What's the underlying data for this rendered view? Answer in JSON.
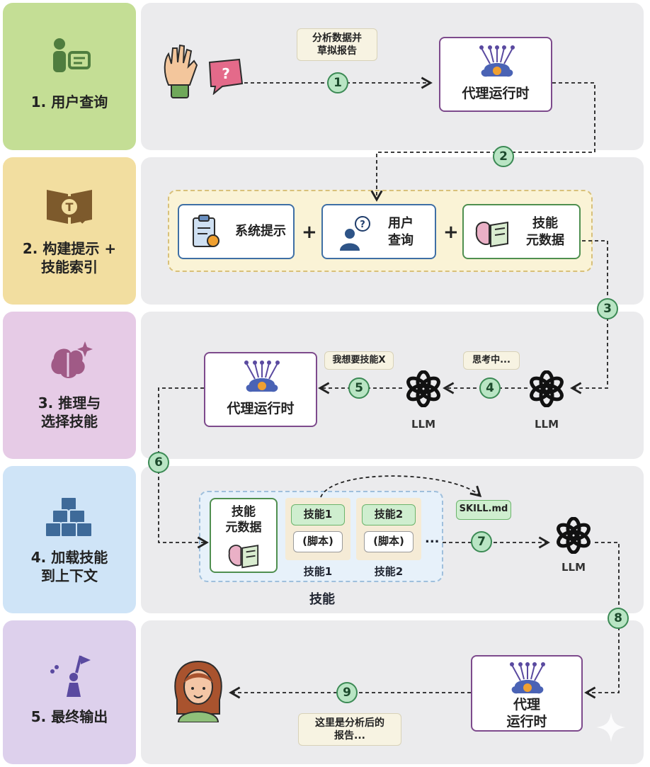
{
  "lanes": {
    "l1": "1. 用户查询",
    "l2_a": "2. 构建提示 +",
    "l2_b": "技能索引",
    "l3_a": "3. 推理与",
    "l3_b": "选择技能",
    "l4_a": "4. 加载技能",
    "l4_b": "到上下文",
    "l5": "5. 最终输出"
  },
  "step1": {
    "note_a": "分析数据并",
    "note_b": "草拟报告",
    "runtime": "代理运行时"
  },
  "step2": {
    "system_prompt": "系统提示",
    "user_query_a": "用户",
    "user_query_b": "查询",
    "skill_meta_a": "技能",
    "skill_meta_b": "元数据",
    "plus": "+"
  },
  "step3": {
    "runtime": "代理运行时",
    "note_want": "我想要技能X",
    "note_think": "思考中...",
    "llm_a": "LLM",
    "llm_b": "LLM"
  },
  "step4": {
    "meta_a": "技能",
    "meta_b": "元数据",
    "skill1": "技能1",
    "skill2": "技能2",
    "script": "(脚本)",
    "skill1_label": "技能1",
    "skill2_label": "技能2",
    "ellipsis": "...",
    "group_label": "技能",
    "skill_md": "SKILL.md",
    "llm": "LLM"
  },
  "step5": {
    "runtime_a": "代理",
    "runtime_b": "运行时",
    "note_a": "这里是分析后的",
    "note_b": "报告..."
  },
  "badges": [
    "1",
    "2",
    "3",
    "4",
    "5",
    "6",
    "7",
    "8",
    "9"
  ],
  "colors": {
    "lane1": "#c4de95",
    "lane2": "#f2dea0",
    "lane3": "#e6cbe6",
    "lane4": "#cfe4f7",
    "lane5": "#ddd0ec",
    "badge": "#b9e5c4",
    "purple": "#7d4a8c",
    "blue": "#3f6fa5",
    "green": "#4f8f4f"
  },
  "icons": [
    "user-query-icon",
    "prompt-index-icon",
    "brain-sparkle-icon",
    "cubes-icon",
    "person-flag-icon",
    "gear-network-icon",
    "openai-icon",
    "clipboard-gear-icon",
    "person-question-icon",
    "brain-book-icon",
    "woman-avatar-icon",
    "hand-icon",
    "question-chat-icon"
  ]
}
